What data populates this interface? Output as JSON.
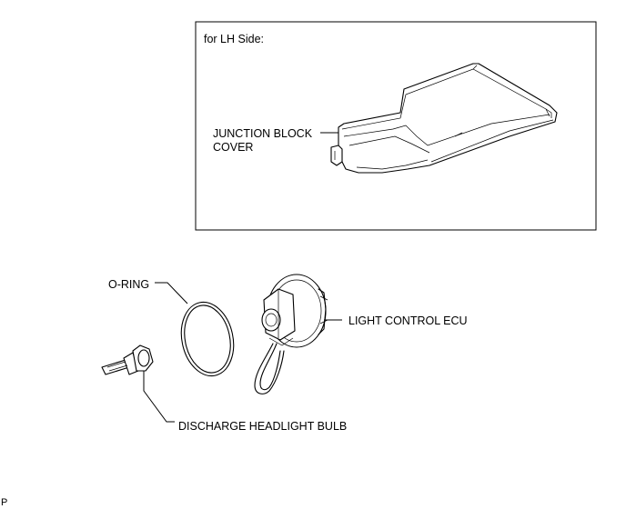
{
  "inset": {
    "caption": "for LH Side:",
    "junction_label_line1": "JUNCTION BLOCK",
    "junction_label_line2": "COVER"
  },
  "labels": {
    "o_ring": "O-RING",
    "light_control_ecu": "LIGHT CONTROL ECU",
    "discharge_bulb": "DISCHARGE HEADLIGHT BULB"
  },
  "figure_code": "P"
}
